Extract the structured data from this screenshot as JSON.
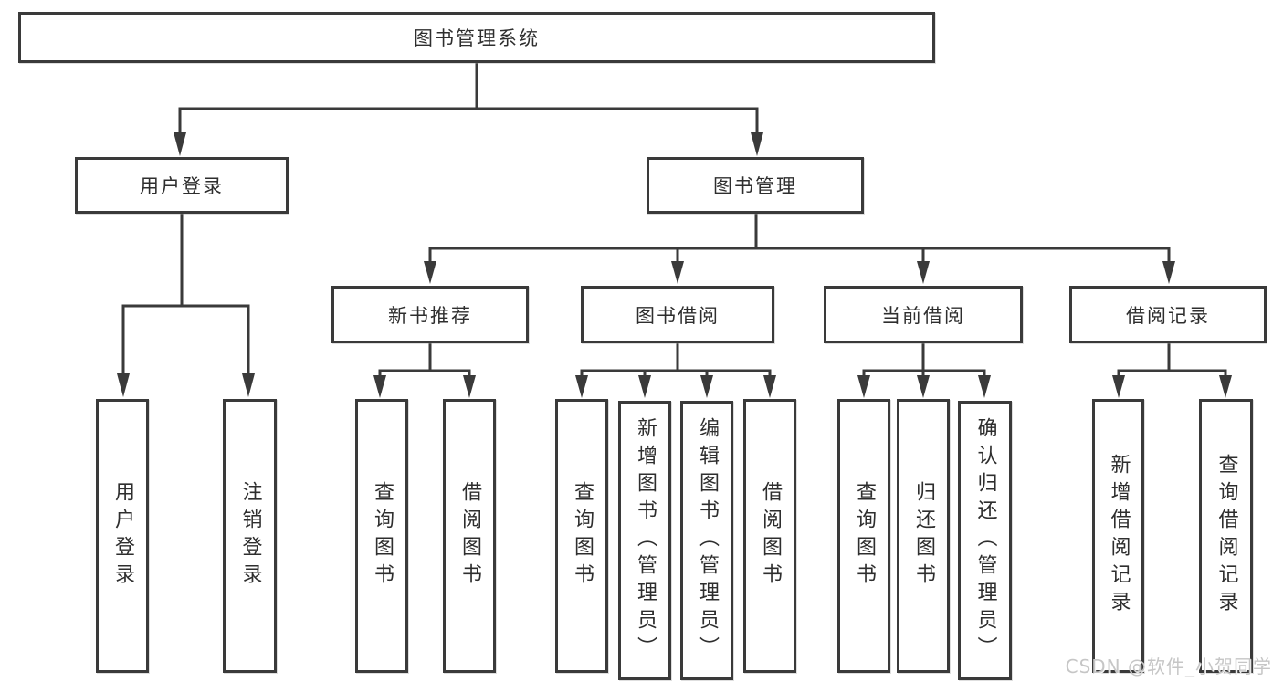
{
  "diagram": {
    "root": {
      "label": "图书管理系统",
      "children": [
        {
          "label": "用户登录",
          "children": [
            {
              "label": "用户登录"
            },
            {
              "label": "注销登录"
            }
          ]
        },
        {
          "label": "图书管理",
          "children": [
            {
              "label": "新书推荐",
              "children": [
                {
                  "label": "查询图书"
                },
                {
                  "label": "借阅图书"
                }
              ]
            },
            {
              "label": "图书借阅",
              "children": [
                {
                  "label": "查询图书"
                },
                {
                  "label": "新增图书（管理员）"
                },
                {
                  "label": "编辑图书（管理员）"
                },
                {
                  "label": "借阅图书"
                }
              ]
            },
            {
              "label": "当前借阅",
              "children": [
                {
                  "label": "查询图书"
                },
                {
                  "label": "归还图书"
                },
                {
                  "label": "确认归还（管理员）"
                }
              ]
            },
            {
              "label": "借阅记录",
              "children": [
                {
                  "label": "新增借阅记录"
                },
                {
                  "label": "查询借阅记录"
                }
              ]
            }
          ]
        }
      ]
    }
  },
  "watermark": {
    "text": "CSDN @软件_小贺同学"
  },
  "colors": {
    "line": "#3a3a3a",
    "box_border": "#3a3a3a",
    "text": "#2e2e2e",
    "watermark": "#c6c6c6",
    "background": "#ffffff"
  }
}
